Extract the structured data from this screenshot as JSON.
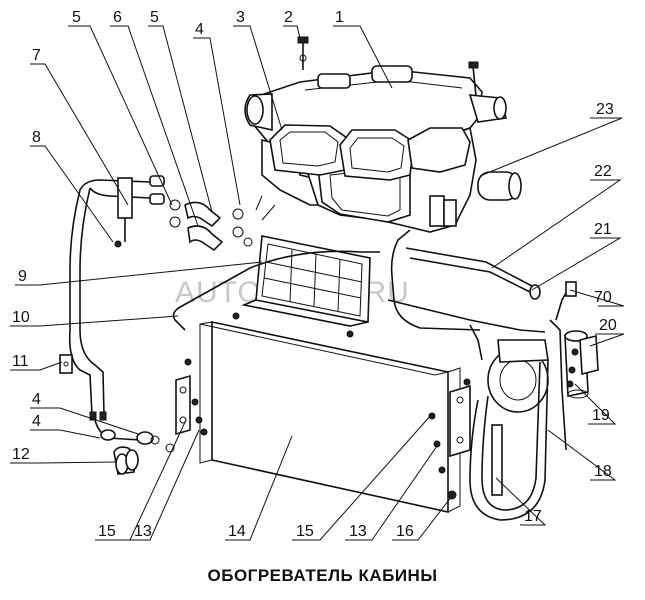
{
  "caption": "ОБОГРЕВАТЕЛЬ КАБИНЫ",
  "watermark": "AUTOPITER.RU",
  "callouts": [
    {
      "id": "c1",
      "label": "1"
    },
    {
      "id": "c2",
      "label": "2"
    },
    {
      "id": "c3",
      "label": "3"
    },
    {
      "id": "c4a",
      "label": "4"
    },
    {
      "id": "c5a",
      "label": "5"
    },
    {
      "id": "c6",
      "label": "6"
    },
    {
      "id": "c5b",
      "label": "5"
    },
    {
      "id": "c7",
      "label": "7"
    },
    {
      "id": "c8",
      "label": "8"
    },
    {
      "id": "c9",
      "label": "9"
    },
    {
      "id": "c10",
      "label": "10"
    },
    {
      "id": "c11",
      "label": "11"
    },
    {
      "id": "c4b",
      "label": "4"
    },
    {
      "id": "c4c",
      "label": "4"
    },
    {
      "id": "c12",
      "label": "12"
    },
    {
      "id": "c15a",
      "label": "15"
    },
    {
      "id": "c13a",
      "label": "13"
    },
    {
      "id": "c14",
      "label": "14"
    },
    {
      "id": "c15b",
      "label": "15"
    },
    {
      "id": "c13b",
      "label": "13"
    },
    {
      "id": "c16",
      "label": "16"
    },
    {
      "id": "c17",
      "label": "17"
    },
    {
      "id": "c18",
      "label": "18"
    },
    {
      "id": "c19",
      "label": "19"
    },
    {
      "id": "c20",
      "label": "20"
    },
    {
      "id": "c70",
      "label": "70"
    },
    {
      "id": "c21",
      "label": "21"
    },
    {
      "id": "c22",
      "label": "22"
    },
    {
      "id": "c23",
      "label": "23"
    }
  ]
}
